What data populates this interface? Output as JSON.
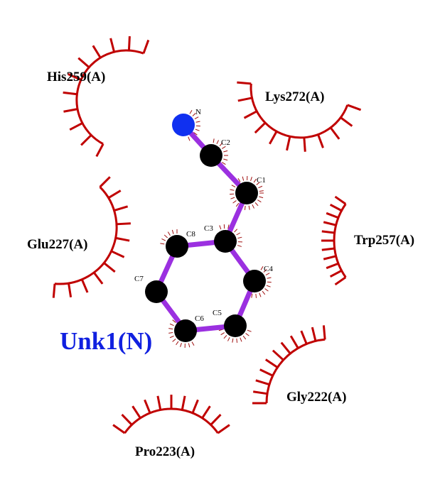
{
  "colors": {
    "bond": "#9b30e0",
    "carbon": "#000000",
    "nitrogen": "#1030f0",
    "arc": "#c00000",
    "contact": "#a01010",
    "ligand_label": "#1020e0"
  },
  "ligand": {
    "name": "Unk1(N)",
    "atoms": [
      {
        "id": "N",
        "element": "N"
      },
      {
        "id": "C2",
        "element": "C"
      },
      {
        "id": "C1",
        "element": "C"
      },
      {
        "id": "C3",
        "element": "C"
      },
      {
        "id": "C8",
        "element": "C"
      },
      {
        "id": "C7",
        "element": "C"
      },
      {
        "id": "C6",
        "element": "C"
      },
      {
        "id": "C5",
        "element": "C"
      },
      {
        "id": "C4",
        "element": "C"
      }
    ],
    "bonds": [
      [
        "N",
        "C2"
      ],
      [
        "C2",
        "C1"
      ],
      [
        "C1",
        "C3"
      ],
      [
        "C3",
        "C8"
      ],
      [
        "C8",
        "C7"
      ],
      [
        "C7",
        "C6"
      ],
      [
        "C6",
        "C5"
      ],
      [
        "C5",
        "C4"
      ],
      [
        "C4",
        "C3"
      ]
    ]
  },
  "residues": [
    {
      "label": "His259(A)"
    },
    {
      "label": "Lys272(A)"
    },
    {
      "label": "Glu227(A)"
    },
    {
      "label": "Trp257(A)"
    },
    {
      "label": "Gly222(A)"
    },
    {
      "label": "Pro223(A)"
    }
  ]
}
